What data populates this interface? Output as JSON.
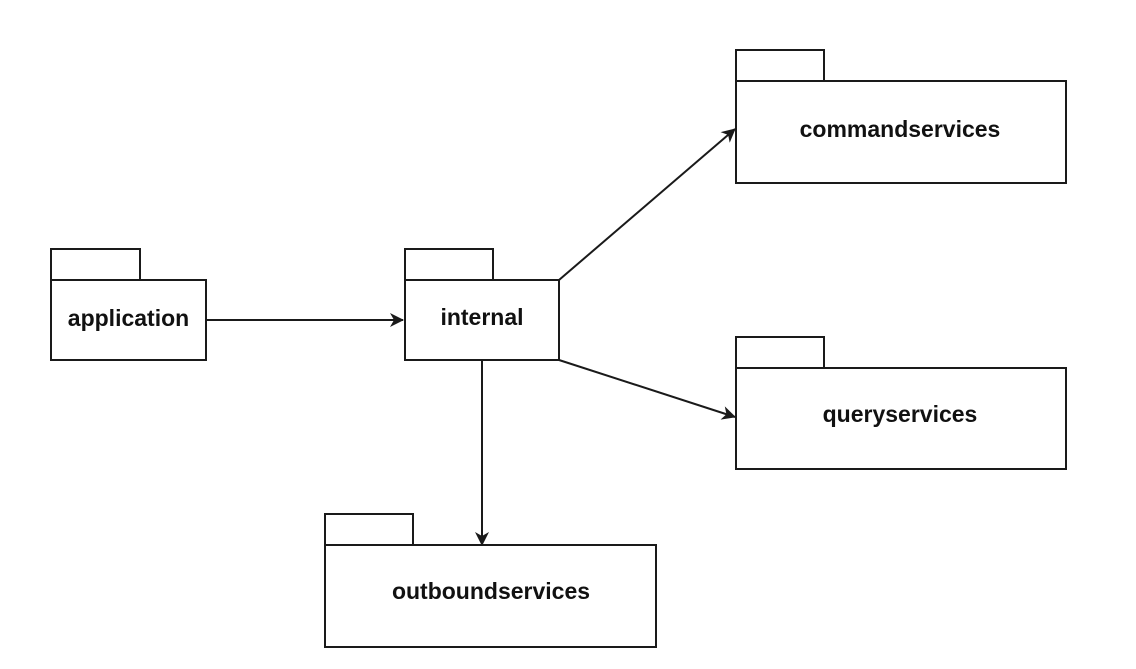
{
  "diagram": {
    "packages": {
      "application": "application",
      "internal": "internal",
      "commandservices": "commandservices",
      "queryservices": "queryservices",
      "outboundservices": "outboundservices"
    },
    "dependencies": [
      {
        "from": "application",
        "to": "internal"
      },
      {
        "from": "internal",
        "to": "commandservices"
      },
      {
        "from": "internal",
        "to": "queryservices"
      },
      {
        "from": "internal",
        "to": "outboundservices"
      }
    ],
    "colors": {
      "stroke": "#1a1a1a",
      "fill": "#ffffff",
      "text": "#111111"
    }
  }
}
